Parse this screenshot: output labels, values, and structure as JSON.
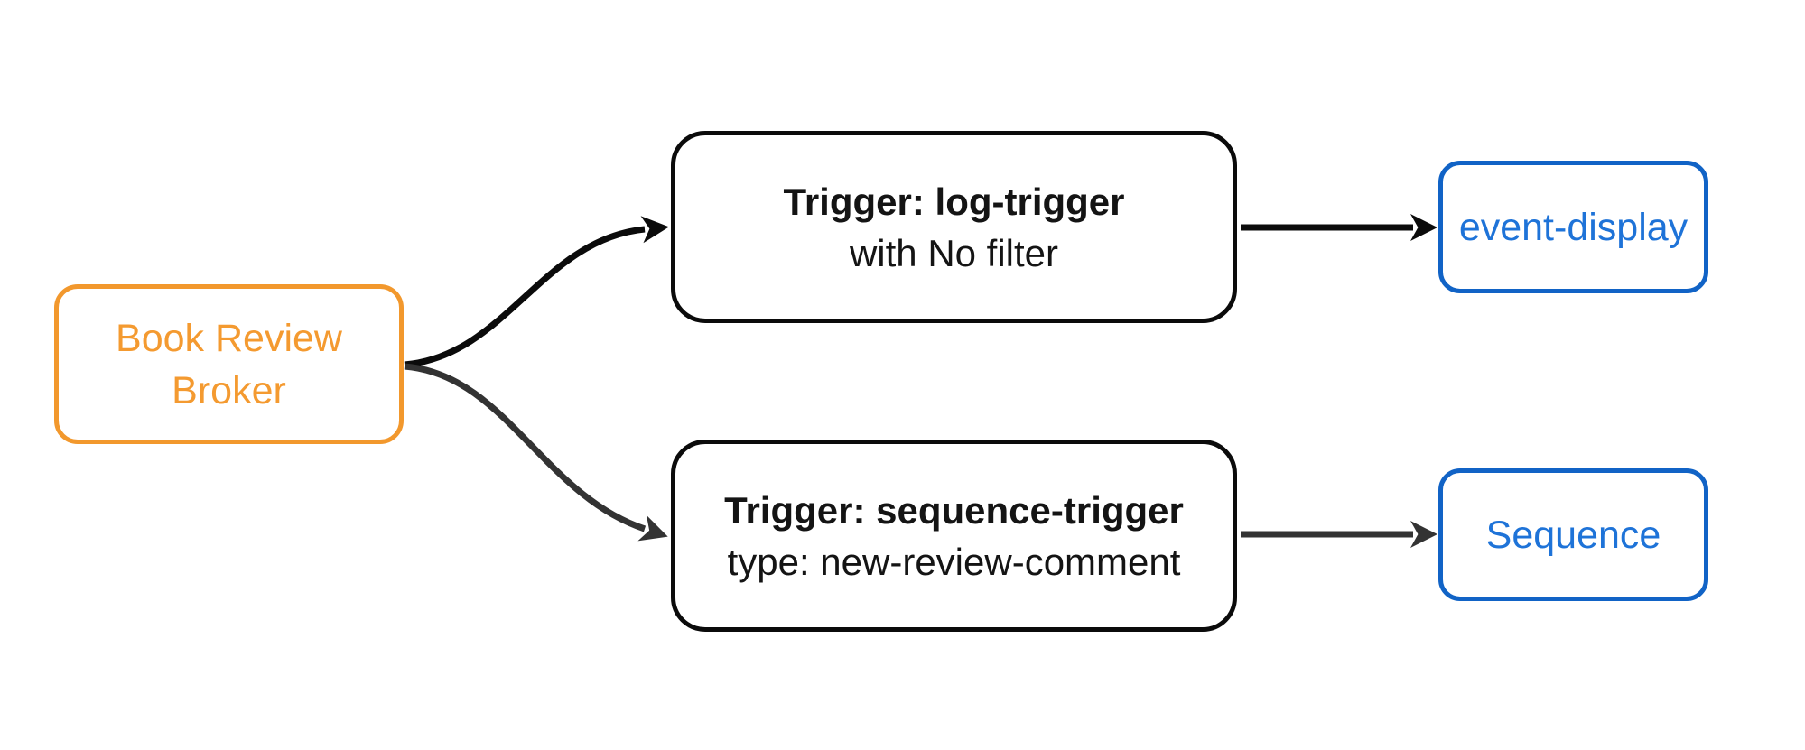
{
  "diagram": {
    "background_color": "#ffffff",
    "nodes": {
      "broker": {
        "label_line1": "Book Review",
        "label_line2": "Broker",
        "border_color": "#f2982d",
        "text_color": "#f49a30"
      },
      "log_trigger": {
        "title": "Trigger: log-trigger",
        "subtitle": "with No filter",
        "border_color": "#0b0b0b",
        "text_color": "#141414"
      },
      "sequence_trigger": {
        "title": "Trigger: sequence-trigger",
        "subtitle": "type: new-review-comment",
        "border_color": "#0b0b0b",
        "text_color": "#141414"
      },
      "event_display": {
        "label": "event-display",
        "border_color": "#1163c6",
        "text_color": "#1e73d8"
      },
      "sequence": {
        "label": "Sequence",
        "border_color": "#1163c6",
        "text_color": "#1e73d8"
      }
    },
    "edges": [
      {
        "from": "Book Review Broker",
        "to": "Trigger: log-trigger",
        "color": "#0b0b0b"
      },
      {
        "from": "Book Review Broker",
        "to": "Trigger: sequence-trigger",
        "color": "#333333"
      },
      {
        "from": "Trigger: log-trigger",
        "to": "event-display",
        "color": "#0b0b0b"
      },
      {
        "from": "Trigger: sequence-trigger",
        "to": "Sequence",
        "color": "#333333"
      }
    ]
  }
}
